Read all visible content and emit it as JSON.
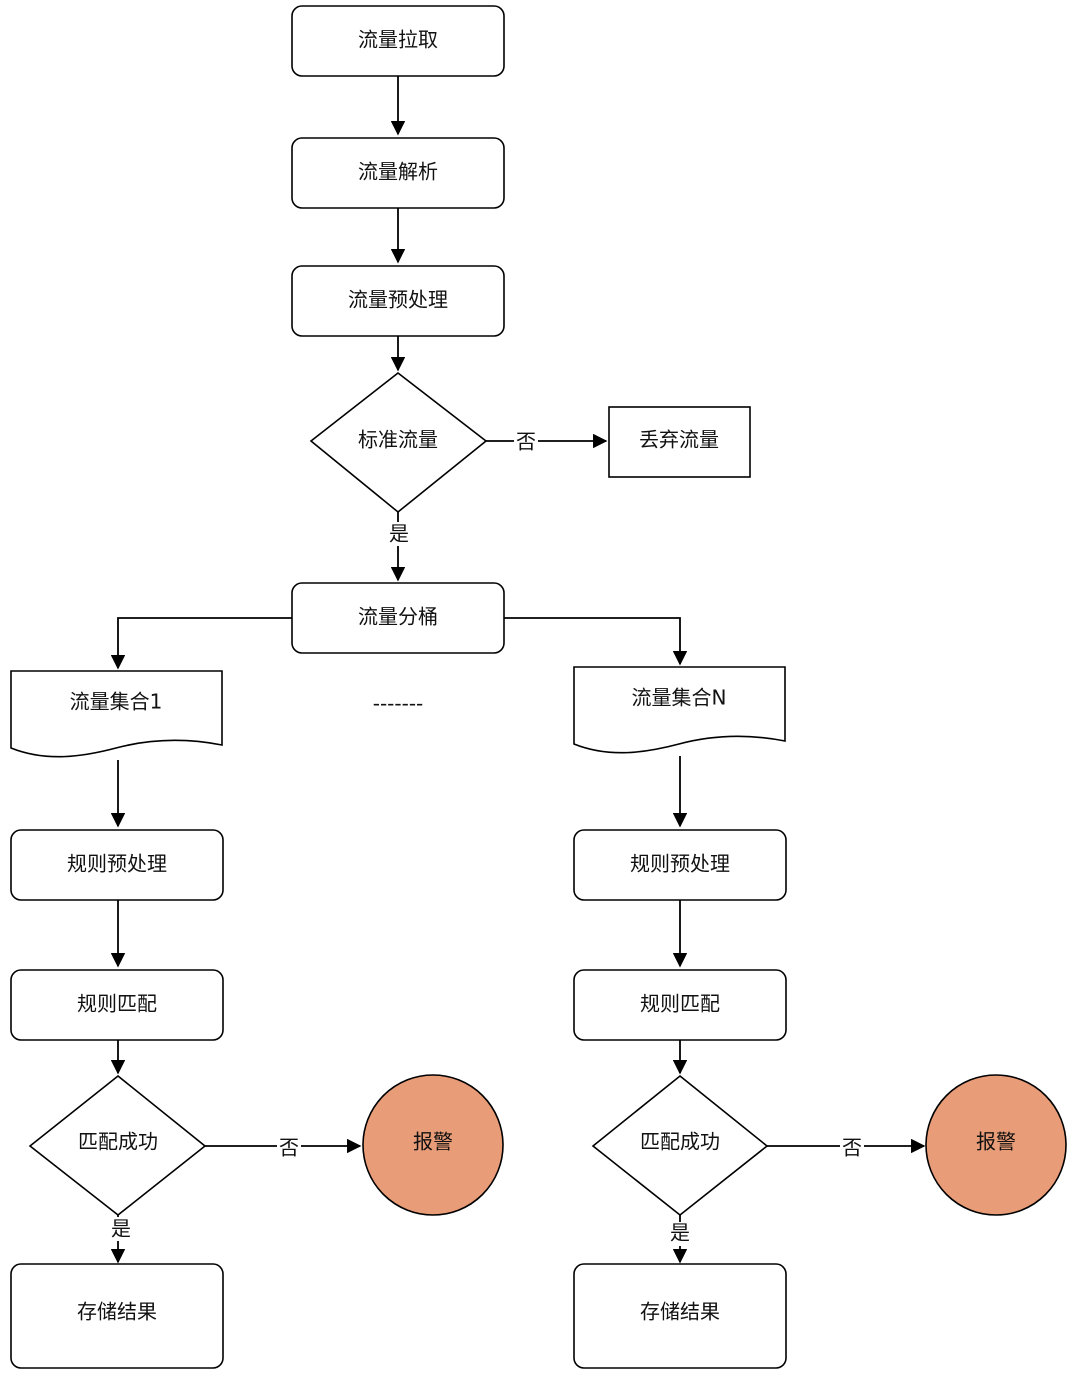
{
  "nodes": {
    "pull": "流量拉取",
    "parse": "流量解析",
    "preprocess": "流量预处理",
    "standard_check": "标准流量",
    "discard": "丢弃流量",
    "bucket": "流量分桶",
    "set1": "流量集合1",
    "setN": "流量集合N",
    "ellipsis": "-------",
    "rule_pre_1": "规则预处理",
    "rule_pre_N": "规则预处理",
    "rule_match_1": "规则匹配",
    "rule_match_N": "规则匹配",
    "match_ok_1": "匹配成功",
    "match_ok_N": "匹配成功",
    "alarm_1": "报警",
    "alarm_N": "报警",
    "store_1": "存储结果",
    "store_N": "存储结果"
  },
  "edge_labels": {
    "standard_no": "否",
    "standard_yes": "是",
    "match1_no": "否",
    "match1_yes": "是",
    "matchN_no": "否",
    "matchN_yes": "是"
  },
  "colors": {
    "alarm_fill": "#e99c78",
    "stroke": "#000000",
    "background": "#ffffff"
  }
}
